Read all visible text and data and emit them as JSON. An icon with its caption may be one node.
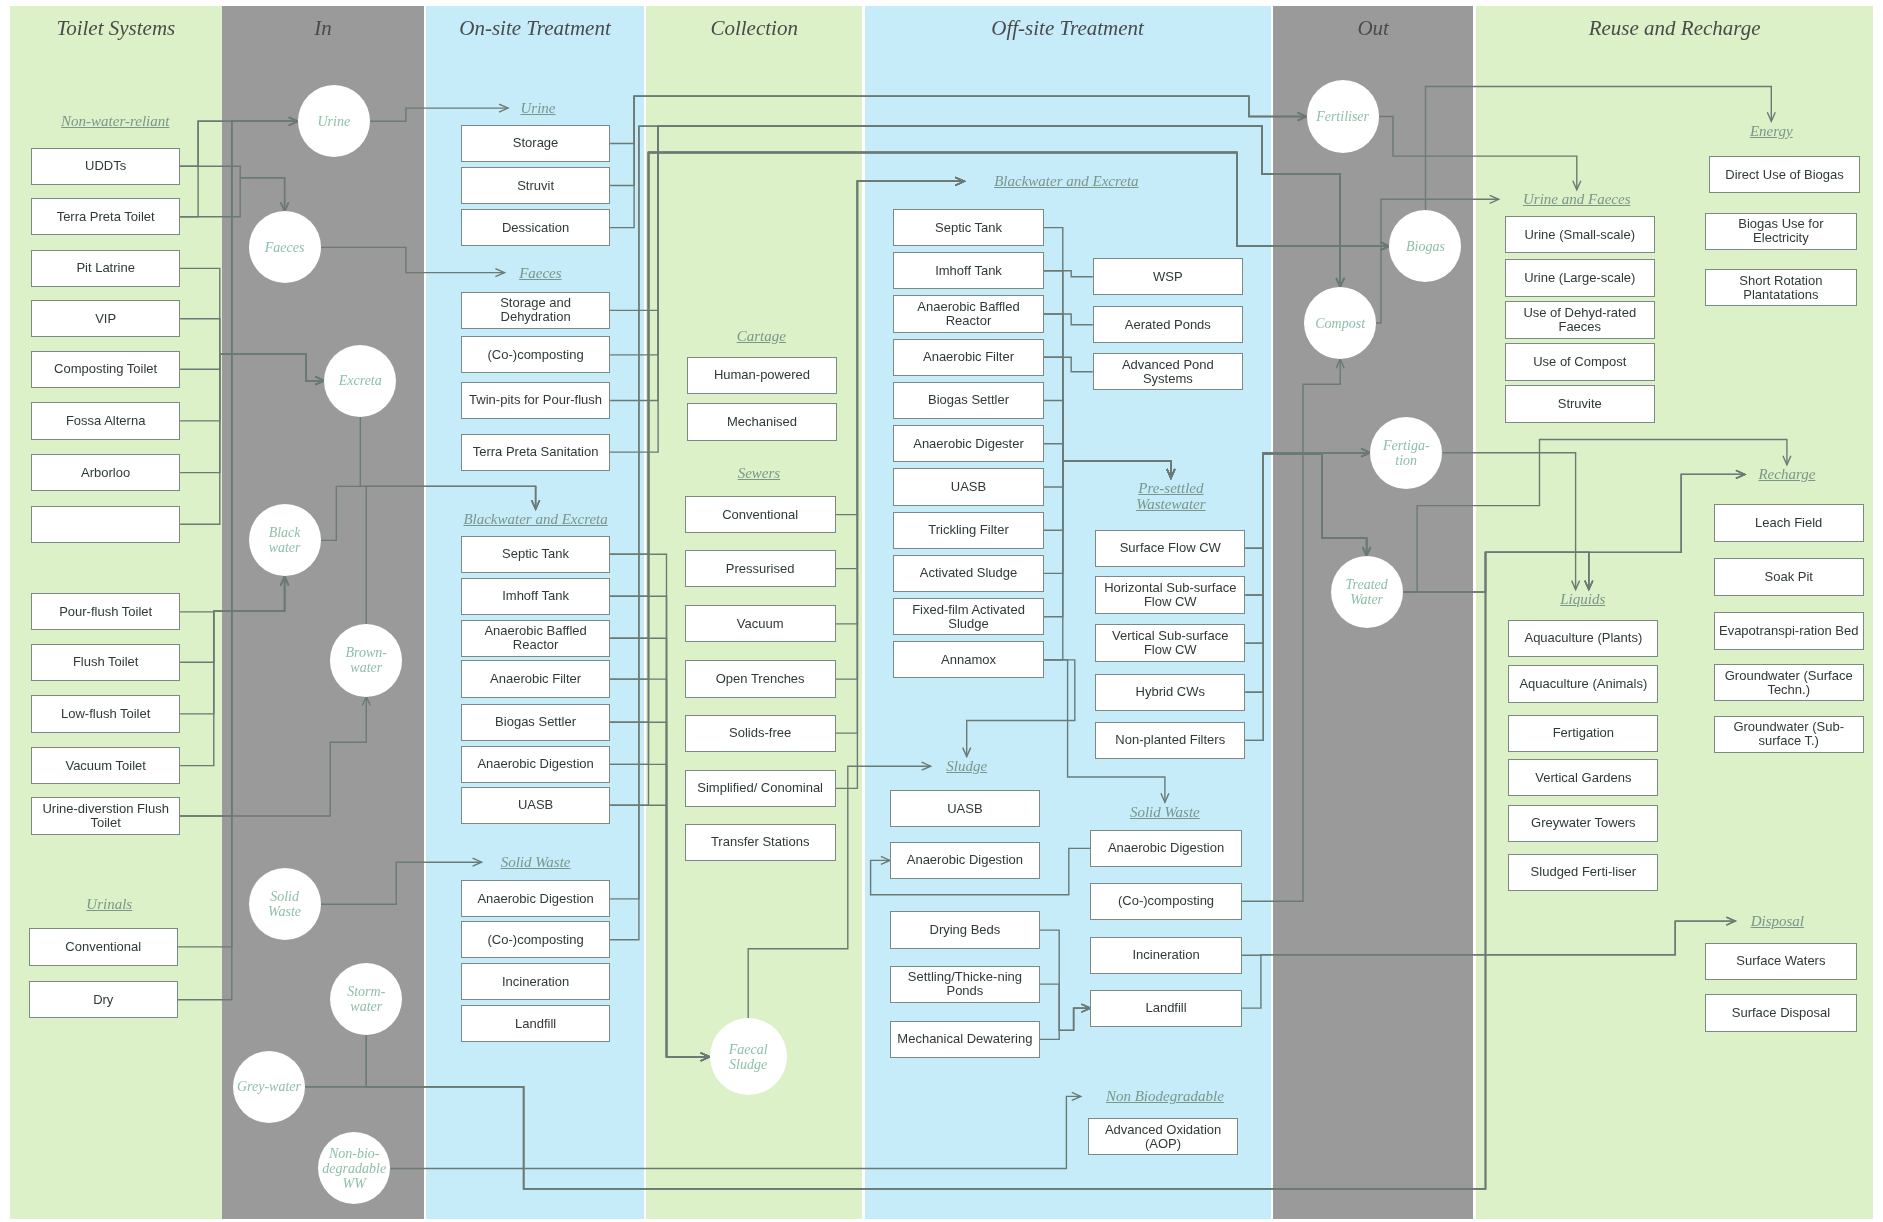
{
  "diagram": {
    "nodes": [
      {
        "text": [
          "Toilet Systems"
        ]
      },
      {
        "text": [
          "Non-water-reliant"
        ],
        "in": 0
      },
      {
        "text": [
          "UDDTs"
        ],
        "in": 0
      },
      {
        "text": [
          "Terra Preta Toilet"
        ],
        "in": 0
      },
      {
        "text": [
          "Pit Latrine"
        ],
        "in": 0
      },
      {
        "text": [
          "VIP"
        ],
        "in": 0
      },
      {
        "text": [
          "Composting Toilet"
        ],
        "in": 0
      },
      {
        "text": [
          "Fossa Alterna"
        ],
        "in": 0
      },
      {
        "text": [
          "Arborloo"
        ],
        "in": 0
      },
      {
        "text": [],
        "shape": "box",
        "in": 0
      },
      {
        "text": [
          "Pour-flush Toilet"
        ],
        "in": 0
      },
      {
        "text": [
          "Flush Toilet"
        ],
        "in": 0
      },
      {
        "text": [
          "Low-flush Toilet"
        ],
        "in": 0
      },
      {
        "text": [
          "Vacuum Toilet"
        ],
        "in": 0
      },
      {
        "text": [
          "Urine-diverstion Flush Toilet"
        ],
        "in": 0
      },
      {
        "text": [
          "Urinals"
        ],
        "in": 0
      },
      {
        "text": [
          "Conventional"
        ],
        "in": 0
      },
      {
        "text": [
          "Dry"
        ],
        "in": 0
      },
      {
        "text": [
          "In"
        ]
      },
      {
        "text": [
          "Urine"
        ],
        "in": 18
      },
      {
        "text": [
          "Faeces"
        ],
        "in": 18
      },
      {
        "text": [
          "Excreta"
        ],
        "in": 18
      },
      {
        "text": [
          "Black water"
        ],
        "in": 18
      },
      {
        "text": [
          "Brown-water"
        ],
        "in": 18
      },
      {
        "text": [
          "Solid Waste"
        ],
        "in": 18
      },
      {
        "text": [
          "Storm-water"
        ],
        "in": 18
      },
      {
        "text": [
          "Grey-water"
        ],
        "in": 18
      },
      {
        "text": [
          "Non-bio-degradable WW"
        ],
        "in": 18
      },
      {
        "text": [
          "On-site Treatment"
        ]
      },
      {
        "text": [
          "Urine"
        ],
        "in": 28
      },
      {
        "text": [
          "Storage"
        ],
        "in": 28
      },
      {
        "text": [
          "Struvit"
        ],
        "in": 28
      },
      {
        "text": [
          "Dessication"
        ],
        "in": 28
      },
      {
        "text": [
          "Faeces"
        ],
        "in": 28
      },
      {
        "text": [
          "Storage and Dehydration"
        ],
        "in": 28
      },
      {
        "text": [
          "(Co-)composting"
        ],
        "in": 28
      },
      {
        "text": [
          "Twin-pits for Pour-flush"
        ],
        "in": 28
      },
      {
        "text": [
          "Terra Preta Sanitation"
        ],
        "in": 28
      },
      {
        "text": [
          "Blackwater and Excreta"
        ],
        "in": 28
      },
      {
        "text": [
          "Septic Tank"
        ],
        "in": 28
      },
      {
        "text": [
          "Imhoff Tank"
        ],
        "in": 28
      },
      {
        "text": [
          "Anaerobic Baffled Reactor"
        ],
        "in": 28
      },
      {
        "text": [
          "Anaerobic Filter"
        ],
        "in": 28
      },
      {
        "text": [
          "Biogas Settler"
        ],
        "in": 28
      },
      {
        "text": [
          "Anaerobic Digestion"
        ],
        "in": 28
      },
      {
        "text": [
          "UASB"
        ],
        "in": 28
      },
      {
        "text": [
          "Solid Waste"
        ],
        "in": 28
      },
      {
        "text": [
          "Anaerobic Digestion"
        ],
        "in": 28
      },
      {
        "text": [
          "(Co-)composting"
        ],
        "in": 28
      },
      {
        "text": [
          "Incineration"
        ],
        "in": 28
      },
      {
        "text": [
          "Landfill"
        ],
        "in": 28
      },
      {
        "text": [
          "Collection"
        ]
      },
      {
        "text": [
          "Cartage"
        ],
        "in": 51
      },
      {
        "text": [
          "Human-powered"
        ],
        "in": 51
      },
      {
        "text": [
          "Mechanised"
        ],
        "in": 51
      },
      {
        "text": [
          "Sewers"
        ],
        "in": 51
      },
      {
        "text": [
          "Conventional"
        ],
        "in": 51
      },
      {
        "text": [
          "Pressurised"
        ],
        "in": 51
      },
      {
        "text": [
          "Vacuum"
        ],
        "in": 51
      },
      {
        "text": [
          "Open Trenches"
        ],
        "in": 51
      },
      {
        "text": [
          "Solids-free"
        ],
        "in": 51
      },
      {
        "text": [
          "Simplified/ Conominal"
        ],
        "in": 51
      },
      {
        "text": [
          "Transfer Stations"
        ],
        "in": 51
      },
      {
        "text": [
          "Faecal Sludge"
        ],
        "in": 51
      },
      {
        "text": [
          "Off-site Treatment"
        ]
      },
      {
        "text": [
          "Blackwater and Excreta"
        ],
        "in": 64
      },
      {
        "text": [
          "Septic Tank"
        ],
        "in": 64
      },
      {
        "text": [
          "Imhoff Tank"
        ],
        "in": 64
      },
      {
        "text": [
          "Anaerobic Baffled Reactor"
        ],
        "in": 64
      },
      {
        "text": [
          "Anaerobic Filter"
        ],
        "in": 64
      },
      {
        "text": [
          "Biogas Settler"
        ],
        "in": 64
      },
      {
        "text": [
          "Anaerobic Digester"
        ],
        "in": 64
      },
      {
        "text": [
          "UASB"
        ],
        "in": 64
      },
      {
        "text": [
          "Trickling Filter"
        ],
        "in": 64
      },
      {
        "text": [
          "Activated Sludge"
        ],
        "in": 64
      },
      {
        "text": [
          "Fixed-film Activated Sludge"
        ],
        "in": 64
      },
      {
        "text": [
          "Annamox"
        ],
        "in": 64
      },
      {
        "text": [
          "WSP"
        ],
        "in": 64
      },
      {
        "text": [
          "Aerated Ponds"
        ],
        "in": 64
      },
      {
        "text": [
          "Advanced Pond Systems"
        ],
        "in": 64
      },
      {
        "text": [
          "Pre-settled Wastewater"
        ],
        "in": 64
      },
      {
        "text": [
          "Surface Flow CW"
        ],
        "in": 64
      },
      {
        "text": [
          "Horizontal Sub-surface Flow CW"
        ],
        "in": 64
      },
      {
        "text": [
          "Vertical Sub-surface Flow CW"
        ],
        "in": 64
      },
      {
        "text": [
          "Hybrid CWs"
        ],
        "in": 64
      },
      {
        "text": [
          "Non-planted Filters"
        ],
        "in": 64
      },
      {
        "text": [
          "Sludge"
        ],
        "in": 64
      },
      {
        "text": [
          "UASB"
        ],
        "in": 64
      },
      {
        "text": [
          "Anaerobic Digestion"
        ],
        "in": 64
      },
      {
        "text": [
          "Drying Beds"
        ],
        "in": 64
      },
      {
        "text": [
          "Settling/Thicke-ning Ponds"
        ],
        "in": 64
      },
      {
        "text": [
          "Mechanical Dewatering"
        ],
        "in": 64
      },
      {
        "text": [
          "Solid Waste"
        ],
        "in": 64
      },
      {
        "text": [
          "Anaerobic Digestion"
        ],
        "in": 64
      },
      {
        "text": [
          "(Co-)composting"
        ],
        "in": 64
      },
      {
        "text": [
          "Incineration"
        ],
        "in": 64
      },
      {
        "text": [
          "Landfill"
        ],
        "in": 64
      },
      {
        "text": [
          "Non Biodegradable"
        ],
        "in": 64
      },
      {
        "text": [
          "Advanced Oxidation (AOP)"
        ],
        "in": 64
      },
      {
        "text": [
          "Out"
        ]
      },
      {
        "text": [
          "Fertiliser"
        ],
        "in": 99
      },
      {
        "text": [
          "Biogas"
        ],
        "in": 99
      },
      {
        "text": [
          "Compost"
        ],
        "in": 99
      },
      {
        "text": [
          "Fertiga-tion"
        ],
        "in": 99
      },
      {
        "text": [
          "Treated Water"
        ],
        "in": 99
      },
      {
        "text": [
          "Reuse and Recharge"
        ]
      },
      {
        "text": [
          "Energy"
        ],
        "in": 105
      },
      {
        "text": [
          "Direct Use of Biogas"
        ],
        "in": 105
      },
      {
        "text": [
          "Biogas Use for Electricity"
        ],
        "in": 105
      },
      {
        "text": [
          "Short Rotation Plantatations"
        ],
        "in": 105
      },
      {
        "text": [
          "Urine and Faeces"
        ],
        "in": 105
      },
      {
        "text": [
          "Urine (Small-scale)"
        ],
        "in": 105
      },
      {
        "text": [
          "Urine (Large-scale)"
        ],
        "in": 105
      },
      {
        "text": [
          "Use of Dehyd-rated Faeces"
        ],
        "in": 105
      },
      {
        "text": [
          "Use of Compost"
        ],
        "in": 105
      },
      {
        "text": [
          "Struvite"
        ],
        "in": 105
      },
      {
        "text": [
          "Recharge"
        ],
        "in": 105
      },
      {
        "text": [
          "Leach Field"
        ],
        "in": 105
      },
      {
        "text": [
          "Soak Pit"
        ],
        "in": 105
      },
      {
        "text": [
          "Evapotranspi-ration Bed"
        ],
        "in": 105
      },
      {
        "text": [
          "Groundwater (Surface Techn.)"
        ],
        "in": 105
      },
      {
        "text": [
          "Groundwater (Sub-surface T.)"
        ],
        "in": 105
      },
      {
        "text": [
          "Liquids"
        ],
        "in": 105
      },
      {
        "text": [
          "Aquaculture (Plants)"
        ],
        "in": 105
      },
      {
        "text": [
          "Aquaculture (Animals)"
        ],
        "in": 105
      },
      {
        "text": [
          "Fertigation"
        ],
        "in": 105
      },
      {
        "text": [
          "Vertical Gardens"
        ],
        "in": 105
      },
      {
        "text": [
          "Greywater Towers"
        ],
        "in": 105
      },
      {
        "text": [
          "Sludged Ferti-liser"
        ],
        "in": 105
      },
      {
        "text": [
          "Disposal"
        ],
        "in": 105
      },
      {
        "text": [
          "Surface Waters"
        ],
        "in": 105
      },
      {
        "text": [
          "Surface Disposal"
        ],
        "in": 105
      }
    ],
    "edges": [
      {
        "from": 2,
        "to": 19,
        "arrow": "to"
      },
      {
        "from": 3,
        "to": 19,
        "arrow": "to"
      },
      {
        "from": 14,
        "to": 19,
        "arrow": "to"
      },
      {
        "from": 16,
        "to": 19,
        "arrow": "to"
      },
      {
        "from": 17,
        "to": 19,
        "arrow": "to"
      },
      {
        "from": 2,
        "to": 20,
        "arrow": "to"
      },
      {
        "from": 3,
        "to": 20,
        "arrow": "to"
      },
      {
        "from": 4,
        "to": 21,
        "arrow": "to"
      },
      {
        "from": 5,
        "to": 21,
        "arrow": "to"
      },
      {
        "from": 6,
        "to": 21,
        "arrow": "to"
      },
      {
        "from": 7,
        "to": 21,
        "arrow": "to"
      },
      {
        "from": 8,
        "to": 21,
        "arrow": "to"
      },
      {
        "from": 9,
        "to": 21,
        "arrow": "to"
      },
      {
        "from": 10,
        "to": 22,
        "arrow": "to"
      },
      {
        "from": 11,
        "to": 22,
        "arrow": "to"
      },
      {
        "from": 12,
        "to": 22,
        "arrow": "to"
      },
      {
        "from": 13,
        "to": 22,
        "arrow": "to"
      },
      {
        "from": 14,
        "to": 23,
        "arrow": "to"
      },
      {
        "from": 19,
        "to": 29,
        "arrow": "to"
      },
      {
        "from": 20,
        "to": 33,
        "arrow": "to"
      },
      {
        "from": 21,
        "to": 38,
        "arrow": "to"
      },
      {
        "from": 22,
        "to": 38,
        "arrow": "to"
      },
      {
        "from": 23,
        "to": 38,
        "arrow": "to"
      },
      {
        "from": 24,
        "to": 46,
        "arrow": "to"
      },
      {
        "from": 25,
        "to": 116,
        "arrow": "to"
      },
      {
        "from": 25,
        "to": 122,
        "arrow": "to"
      },
      {
        "from": 26,
        "to": 116,
        "arrow": "to"
      },
      {
        "from": 26,
        "to": 122,
        "arrow": "to"
      },
      {
        "from": 27,
        "to": 97,
        "arrow": "to"
      },
      {
        "from": 30,
        "to": 100,
        "arrow": "to"
      },
      {
        "from": 31,
        "to": 100,
        "arrow": "to"
      },
      {
        "from": 32,
        "to": 100,
        "arrow": "to"
      },
      {
        "from": 34,
        "to": 102,
        "arrow": "to"
      },
      {
        "from": 35,
        "to": 102,
        "arrow": "to"
      },
      {
        "from": 36,
        "to": 102,
        "arrow": "to"
      },
      {
        "from": 37,
        "to": 102,
        "arrow": "to"
      },
      {
        "from": 47,
        "to": 102,
        "arrow": "to"
      },
      {
        "from": 48,
        "to": 102,
        "arrow": "to"
      },
      {
        "from": 39,
        "to": 101,
        "arrow": "to"
      },
      {
        "from": 40,
        "to": 101,
        "arrow": "to"
      },
      {
        "from": 41,
        "to": 101,
        "arrow": "to"
      },
      {
        "from": 42,
        "to": 101,
        "arrow": "to"
      },
      {
        "from": 43,
        "to": 101,
        "arrow": "to"
      },
      {
        "from": 44,
        "to": 101,
        "arrow": "to"
      },
      {
        "from": 45,
        "to": 101,
        "arrow": "to"
      },
      {
        "from": 39,
        "to": 63,
        "arrow": "to"
      },
      {
        "from": 40,
        "to": 63,
        "arrow": "to"
      },
      {
        "from": 41,
        "to": 63,
        "arrow": "to"
      },
      {
        "from": 42,
        "to": 63,
        "arrow": "to"
      },
      {
        "from": 43,
        "to": 63,
        "arrow": "to"
      },
      {
        "from": 44,
        "to": 63,
        "arrow": "to"
      },
      {
        "from": 45,
        "to": 63,
        "arrow": "to"
      },
      {
        "from": 56,
        "to": 65,
        "arrow": "to"
      },
      {
        "from": 57,
        "to": 65,
        "arrow": "to"
      },
      {
        "from": 58,
        "to": 65,
        "arrow": "to"
      },
      {
        "from": 59,
        "to": 65,
        "arrow": "to"
      },
      {
        "from": 60,
        "to": 65,
        "arrow": "to"
      },
      {
        "from": 61,
        "to": 65,
        "arrow": "to"
      },
      {
        "from": 63,
        "to": 86,
        "arrow": "to"
      },
      {
        "from": 66,
        "to": 80,
        "arrow": "to"
      },
      {
        "from": 67,
        "to": 80,
        "arrow": "to"
      },
      {
        "from": 68,
        "to": 80,
        "arrow": "to"
      },
      {
        "from": 69,
        "to": 80,
        "arrow": "to"
      },
      {
        "from": 70,
        "to": 80,
        "arrow": "to"
      },
      {
        "from": 71,
        "to": 80,
        "arrow": "to"
      },
      {
        "from": 72,
        "to": 80,
        "arrow": "to"
      },
      {
        "from": 73,
        "to": 80,
        "arrow": "to"
      },
      {
        "from": 74,
        "to": 80,
        "arrow": "to"
      },
      {
        "from": 75,
        "to": 80,
        "arrow": "to"
      },
      {
        "from": 76,
        "to": 80,
        "arrow": "to"
      },
      {
        "from": 76,
        "to": 86,
        "arrow": "to"
      },
      {
        "from": 76,
        "to": 92,
        "arrow": "to"
      },
      {
        "from": 67,
        "to": 77,
        "arrow": "none"
      },
      {
        "from": 68,
        "to": 78,
        "arrow": "none"
      },
      {
        "from": 69,
        "to": 79,
        "arrow": "none"
      },
      {
        "from": 81,
        "to": 103,
        "arrow": "to"
      },
      {
        "from": 82,
        "to": 103,
        "arrow": "to"
      },
      {
        "from": 83,
        "to": 103,
        "arrow": "to"
      },
      {
        "from": 84,
        "to": 103,
        "arrow": "to"
      },
      {
        "from": 85,
        "to": 103,
        "arrow": "to"
      },
      {
        "from": 81,
        "to": 104,
        "arrow": "to"
      },
      {
        "from": 82,
        "to": 104,
        "arrow": "to"
      },
      {
        "from": 83,
        "to": 104,
        "arrow": "to"
      },
      {
        "from": 84,
        "to": 104,
        "arrow": "to"
      },
      {
        "from": 85,
        "to": 104,
        "arrow": "to"
      },
      {
        "from": 93,
        "to": 88,
        "arrow": "to"
      },
      {
        "from": 89,
        "to": 96,
        "arrow": "to"
      },
      {
        "from": 90,
        "to": 96,
        "arrow": "to"
      },
      {
        "from": 91,
        "to": 96,
        "arrow": "to"
      },
      {
        "from": 94,
        "to": 102,
        "arrow": "to"
      },
      {
        "from": 95,
        "to": 129,
        "arrow": "to"
      },
      {
        "from": 96,
        "to": 129,
        "arrow": "to"
      },
      {
        "from": 100,
        "to": 110,
        "arrow": "to"
      },
      {
        "from": 101,
        "to": 106,
        "arrow": "to"
      },
      {
        "from": 102,
        "to": 110,
        "arrow": "to"
      },
      {
        "from": 103,
        "to": 122,
        "arrow": "to"
      },
      {
        "from": 104,
        "to": 116,
        "arrow": "to"
      },
      {
        "from": 104,
        "to": 116,
        "arrow": "to"
      },
      {
        "from": 104,
        "to": 122,
        "arrow": "to"
      }
    ]
  }
}
